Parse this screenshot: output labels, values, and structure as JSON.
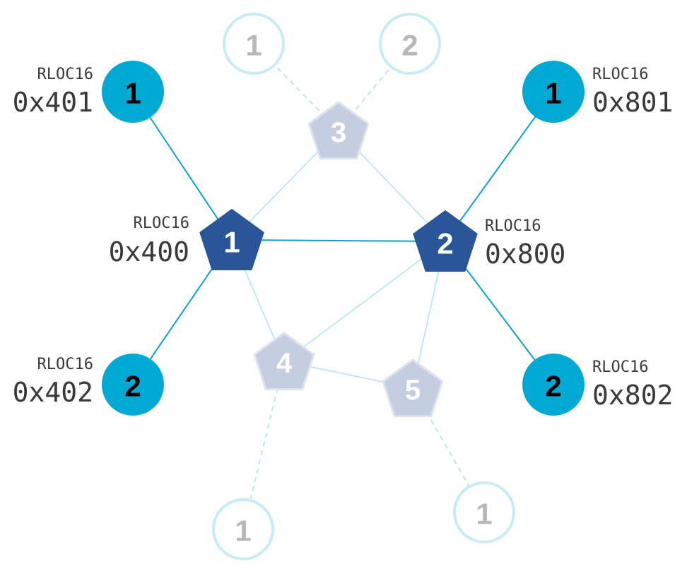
{
  "colors": {
    "leader": "#2a5699",
    "child": "#00a8d4",
    "faded_router": "#c4cee0",
    "faded_router_stroke": "#dde3ee",
    "faded_child_stroke": "#c8ecf4",
    "faded_text": "#b8b8b8",
    "link_strong": "#0f9fcb",
    "link_faint": "#b6e3ef"
  },
  "routers": [
    {
      "id": "r1",
      "number": "1",
      "style": "leader",
      "rloc_label": "RLOC16",
      "rloc_value": "0x400"
    },
    {
      "id": "r2",
      "number": "2",
      "style": "leader",
      "rloc_label": "RLOC16",
      "rloc_value": "0x800"
    },
    {
      "id": "r3",
      "number": "3",
      "style": "faded"
    },
    {
      "id": "r4",
      "number": "4",
      "style": "faded"
    },
    {
      "id": "r5",
      "number": "5",
      "style": "faded"
    }
  ],
  "children": [
    {
      "id": "c401",
      "number": "1",
      "style": "active",
      "parent": "r1",
      "rloc_label": "RLOC16",
      "rloc_value": "0x401"
    },
    {
      "id": "c402",
      "number": "2",
      "style": "active",
      "parent": "r1",
      "rloc_label": "RLOC16",
      "rloc_value": "0x402"
    },
    {
      "id": "c801",
      "number": "1",
      "style": "active",
      "parent": "r2",
      "rloc_label": "RLOC16",
      "rloc_value": "0x801"
    },
    {
      "id": "c802",
      "number": "2",
      "style": "active",
      "parent": "r2",
      "rloc_label": "RLOC16",
      "rloc_value": "0x802"
    },
    {
      "id": "c3a",
      "number": "1",
      "style": "faded",
      "parent": "r3"
    },
    {
      "id": "c3b",
      "number": "2",
      "style": "faded",
      "parent": "r3"
    },
    {
      "id": "c4a",
      "number": "1",
      "style": "faded",
      "parent": "r4"
    },
    {
      "id": "c5a",
      "number": "1",
      "style": "faded",
      "parent": "r5"
    }
  ],
  "links": [
    {
      "from": "r1",
      "to": "r2",
      "style": "strong"
    },
    {
      "from": "r1",
      "to": "c401",
      "style": "strong"
    },
    {
      "from": "r1",
      "to": "c402",
      "style": "strong"
    },
    {
      "from": "r2",
      "to": "c801",
      "style": "strong"
    },
    {
      "from": "r2",
      "to": "c802",
      "style": "strong"
    },
    {
      "from": "r1",
      "to": "r3",
      "style": "faint"
    },
    {
      "from": "r2",
      "to": "r3",
      "style": "faint"
    },
    {
      "from": "r1",
      "to": "r4",
      "style": "faint"
    },
    {
      "from": "r2",
      "to": "r4",
      "style": "faint"
    },
    {
      "from": "r2",
      "to": "r5",
      "style": "faint"
    },
    {
      "from": "r4",
      "to": "r5",
      "style": "faint"
    },
    {
      "from": "r3",
      "to": "c3a",
      "style": "dashed"
    },
    {
      "from": "r3",
      "to": "c3b",
      "style": "dashed"
    },
    {
      "from": "r4",
      "to": "c4a",
      "style": "dashed"
    },
    {
      "from": "r5",
      "to": "c5a",
      "style": "dashed"
    }
  ]
}
